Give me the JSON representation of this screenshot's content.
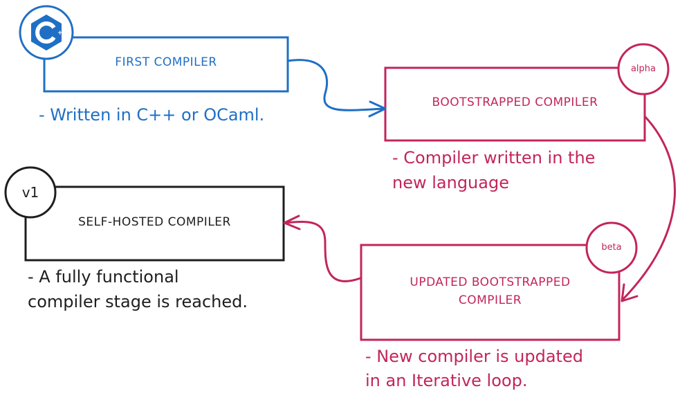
{
  "colors": {
    "blue": "#1f6fc5",
    "magenta": "#c2255c",
    "black": "#1e1e1e"
  },
  "icons": {
    "cpp_logo": "c-plus-plus-logo-icon"
  },
  "nodes": {
    "first": {
      "label": "FIRST COMPILER",
      "note": "- Written in C++ or OCaml."
    },
    "bootstrapped": {
      "label": "BOOTSTRAPPED COMPILER",
      "badge": "alpha",
      "note_line1": "- Compiler written in the",
      "note_line2": "new language"
    },
    "updated": {
      "label_line1": "UPDATED BOOTSTRAPPED",
      "label_line2": "COMPILER",
      "badge": "beta",
      "note_line1": "- New compiler is updated",
      "note_line2": "in an Iterative loop."
    },
    "selfhosted": {
      "label": "SELF-HOSTED COMPILER",
      "badge": "v1",
      "note_line1": "- A fully functional",
      "note_line2": "compiler stage is reached."
    }
  }
}
